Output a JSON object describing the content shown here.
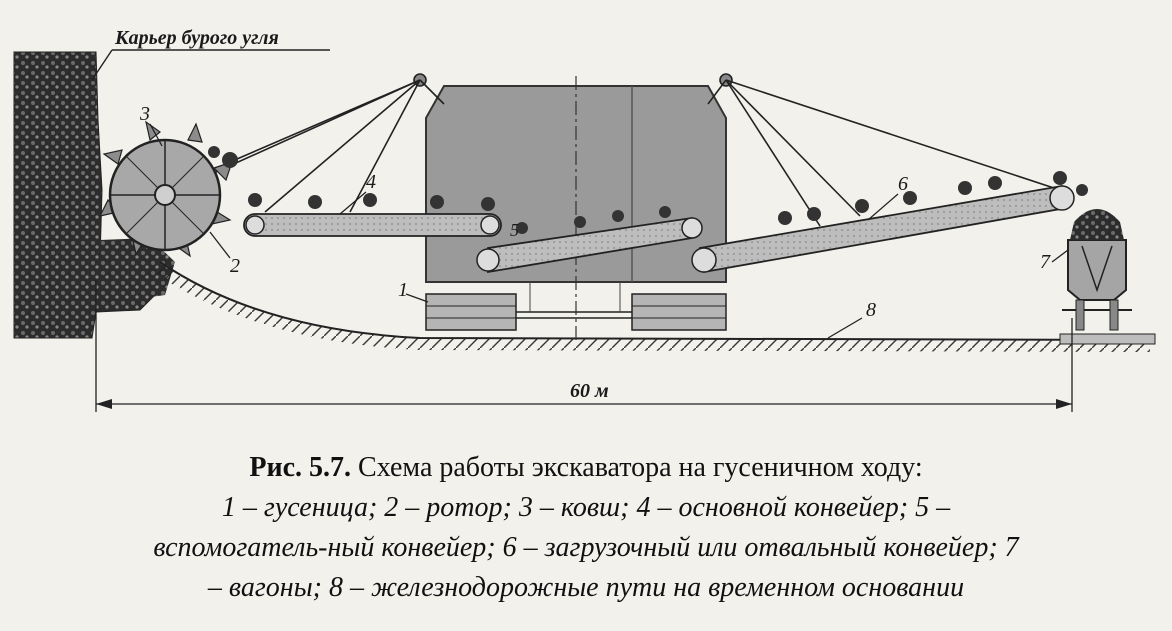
{
  "diagram": {
    "quarry_label": "Карьер бурого угля",
    "dimension": "60 м",
    "labels": {
      "track": "1",
      "rotor": "2",
      "bucket": "3",
      "main_conveyor": "4",
      "aux_conveyor": "5",
      "loading_conveyor": "6",
      "wagons": "7",
      "rail_tracks": "8"
    }
  },
  "caption": {
    "fig_number": "Рис. 5.7.",
    "title": " Схема работы экскаватора на гусеничном ходу:",
    "line2": "1 – гусеница; 2 – ротор; 3 – ковш; 4 – основной конвейер; 5 –",
    "line3": "вспомогатель-ный конвейер; 6 – загрузочный или отвальный конвейер; 7",
    "line4": "– вагоны; 8 – железнодорожные пути на временном основании"
  }
}
